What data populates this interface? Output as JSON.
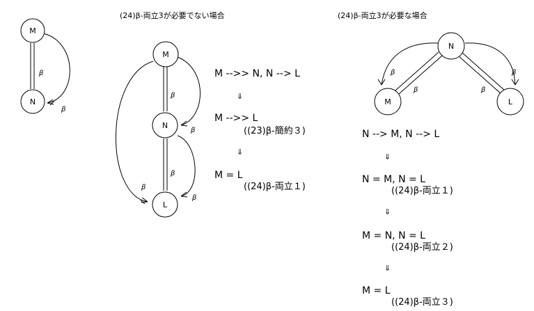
{
  "headers": {
    "middle": "(24)β-両立3が必要でない場合",
    "right": "(24)β-両立3が必要な場合"
  },
  "nodes": {
    "M": "M",
    "N": "N",
    "L": "L"
  },
  "beta": "β",
  "down_arrow": "⇓",
  "middle_steps": [
    {
      "eq": "M -->> N, N --> L",
      "note": ""
    },
    {
      "eq": "M -->> L",
      "note": "((23)β-簡約３)"
    },
    {
      "eq": "M = L",
      "note": "((24)β-両立１)"
    }
  ],
  "right_steps": [
    {
      "eq": "N --> M, N --> L",
      "note": ""
    },
    {
      "eq": "N = M, N = L",
      "note": "((24)β-両立１)"
    },
    {
      "eq": "M = N, N = L",
      "note": "((24)β-両立２)"
    },
    {
      "eq": "M = L",
      "note": "((24)β-両立３)"
    }
  ]
}
